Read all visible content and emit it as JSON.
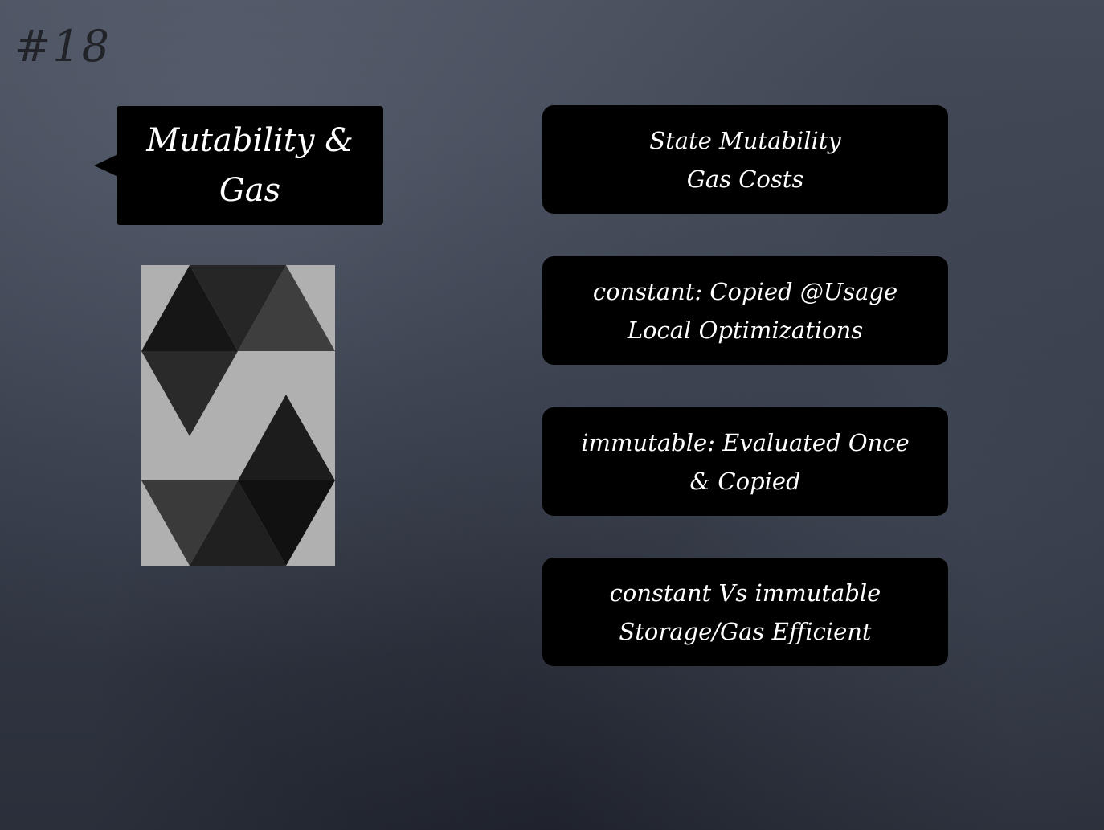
{
  "slide": {
    "number": "#18",
    "title": "Mutability &\nGas",
    "logo_icon": "ethereum-logo-icon",
    "cards": [
      {
        "text": "State Mutability\nGas Costs"
      },
      {
        "text": "constant: Copied @Usage\nLocal Optimizations"
      },
      {
        "text": "immutable: Evaluated Once\n& Copied"
      },
      {
        "text": "constant Vs immutable\nStorage/Gas Efficient"
      }
    ]
  },
  "colors": {
    "background": "#363c49",
    "card": "#000000",
    "text": "#ffffff",
    "logo_background": "#b0b0b0"
  }
}
